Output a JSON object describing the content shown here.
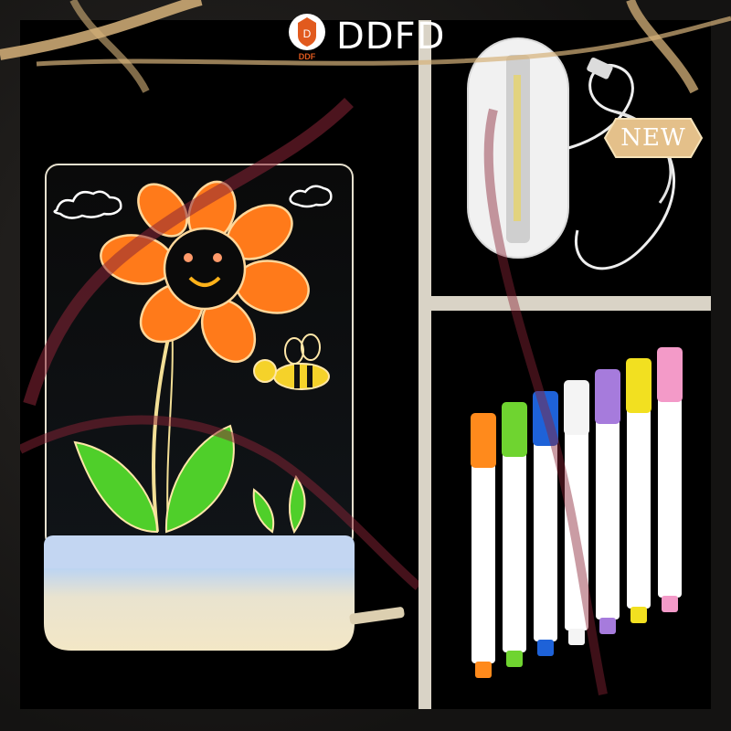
{
  "brand": {
    "name": "DDFD",
    "logo_label": "DDF",
    "accent": "#e15a1e"
  },
  "badge": {
    "label": "NEW",
    "color": "#e4c08a"
  },
  "panels": [
    {
      "name": "acrylic-drawing-board-lamp"
    },
    {
      "name": "led-base-with-usb-cable"
    },
    {
      "name": "fluorescent-markers"
    }
  ],
  "marker_colors": [
    "#ff8a1c",
    "#6fd430",
    "#1e62d8",
    "#f4f4f4",
    "#a67bdc",
    "#f2e020",
    "#f39ac8"
  ],
  "colors": {
    "ribbon": "#8a2436",
    "gold_ribbon": "#d6b27a",
    "flower_petal": "#ff7a1a",
    "leaf": "#4fcf2a"
  }
}
